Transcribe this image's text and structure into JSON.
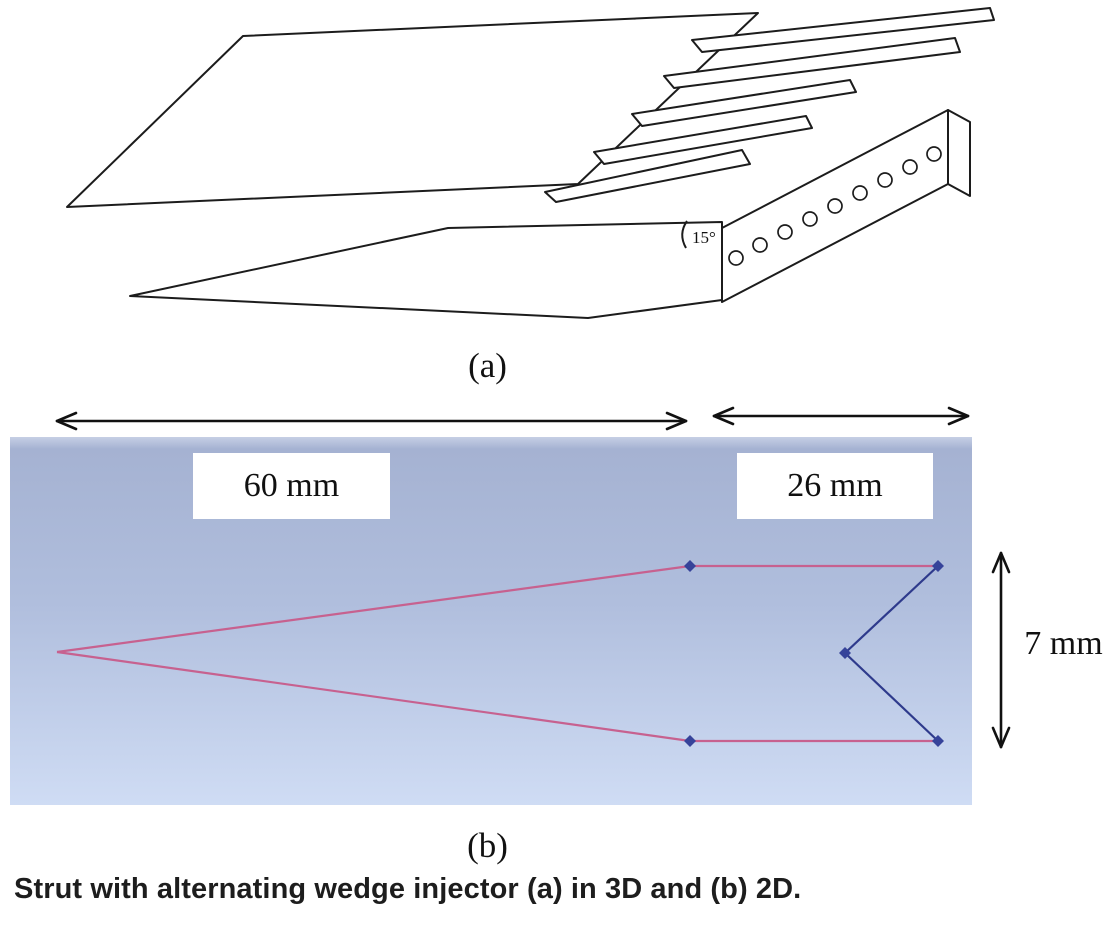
{
  "panel_a": {
    "label": "(a)",
    "angle_annotation": "15°"
  },
  "panel_b": {
    "label": "(b)",
    "dim_strut_length": "60 mm",
    "dim_injector_length": "26 mm",
    "dim_height": "7 mm"
  },
  "caption": "Strut with alternating wedge injector (a) in 3D and (b) 2D.",
  "colors": {
    "sketch_stroke": "#1c1c1c",
    "dimension_arrow": "#111111",
    "profile_pink": "#c7618f",
    "profile_navy": "#2e3a8c",
    "marker_navy": "#36439a",
    "panel_bg_top": "#a5b2d2",
    "panel_bg_bottom": "#cfdcf4"
  }
}
